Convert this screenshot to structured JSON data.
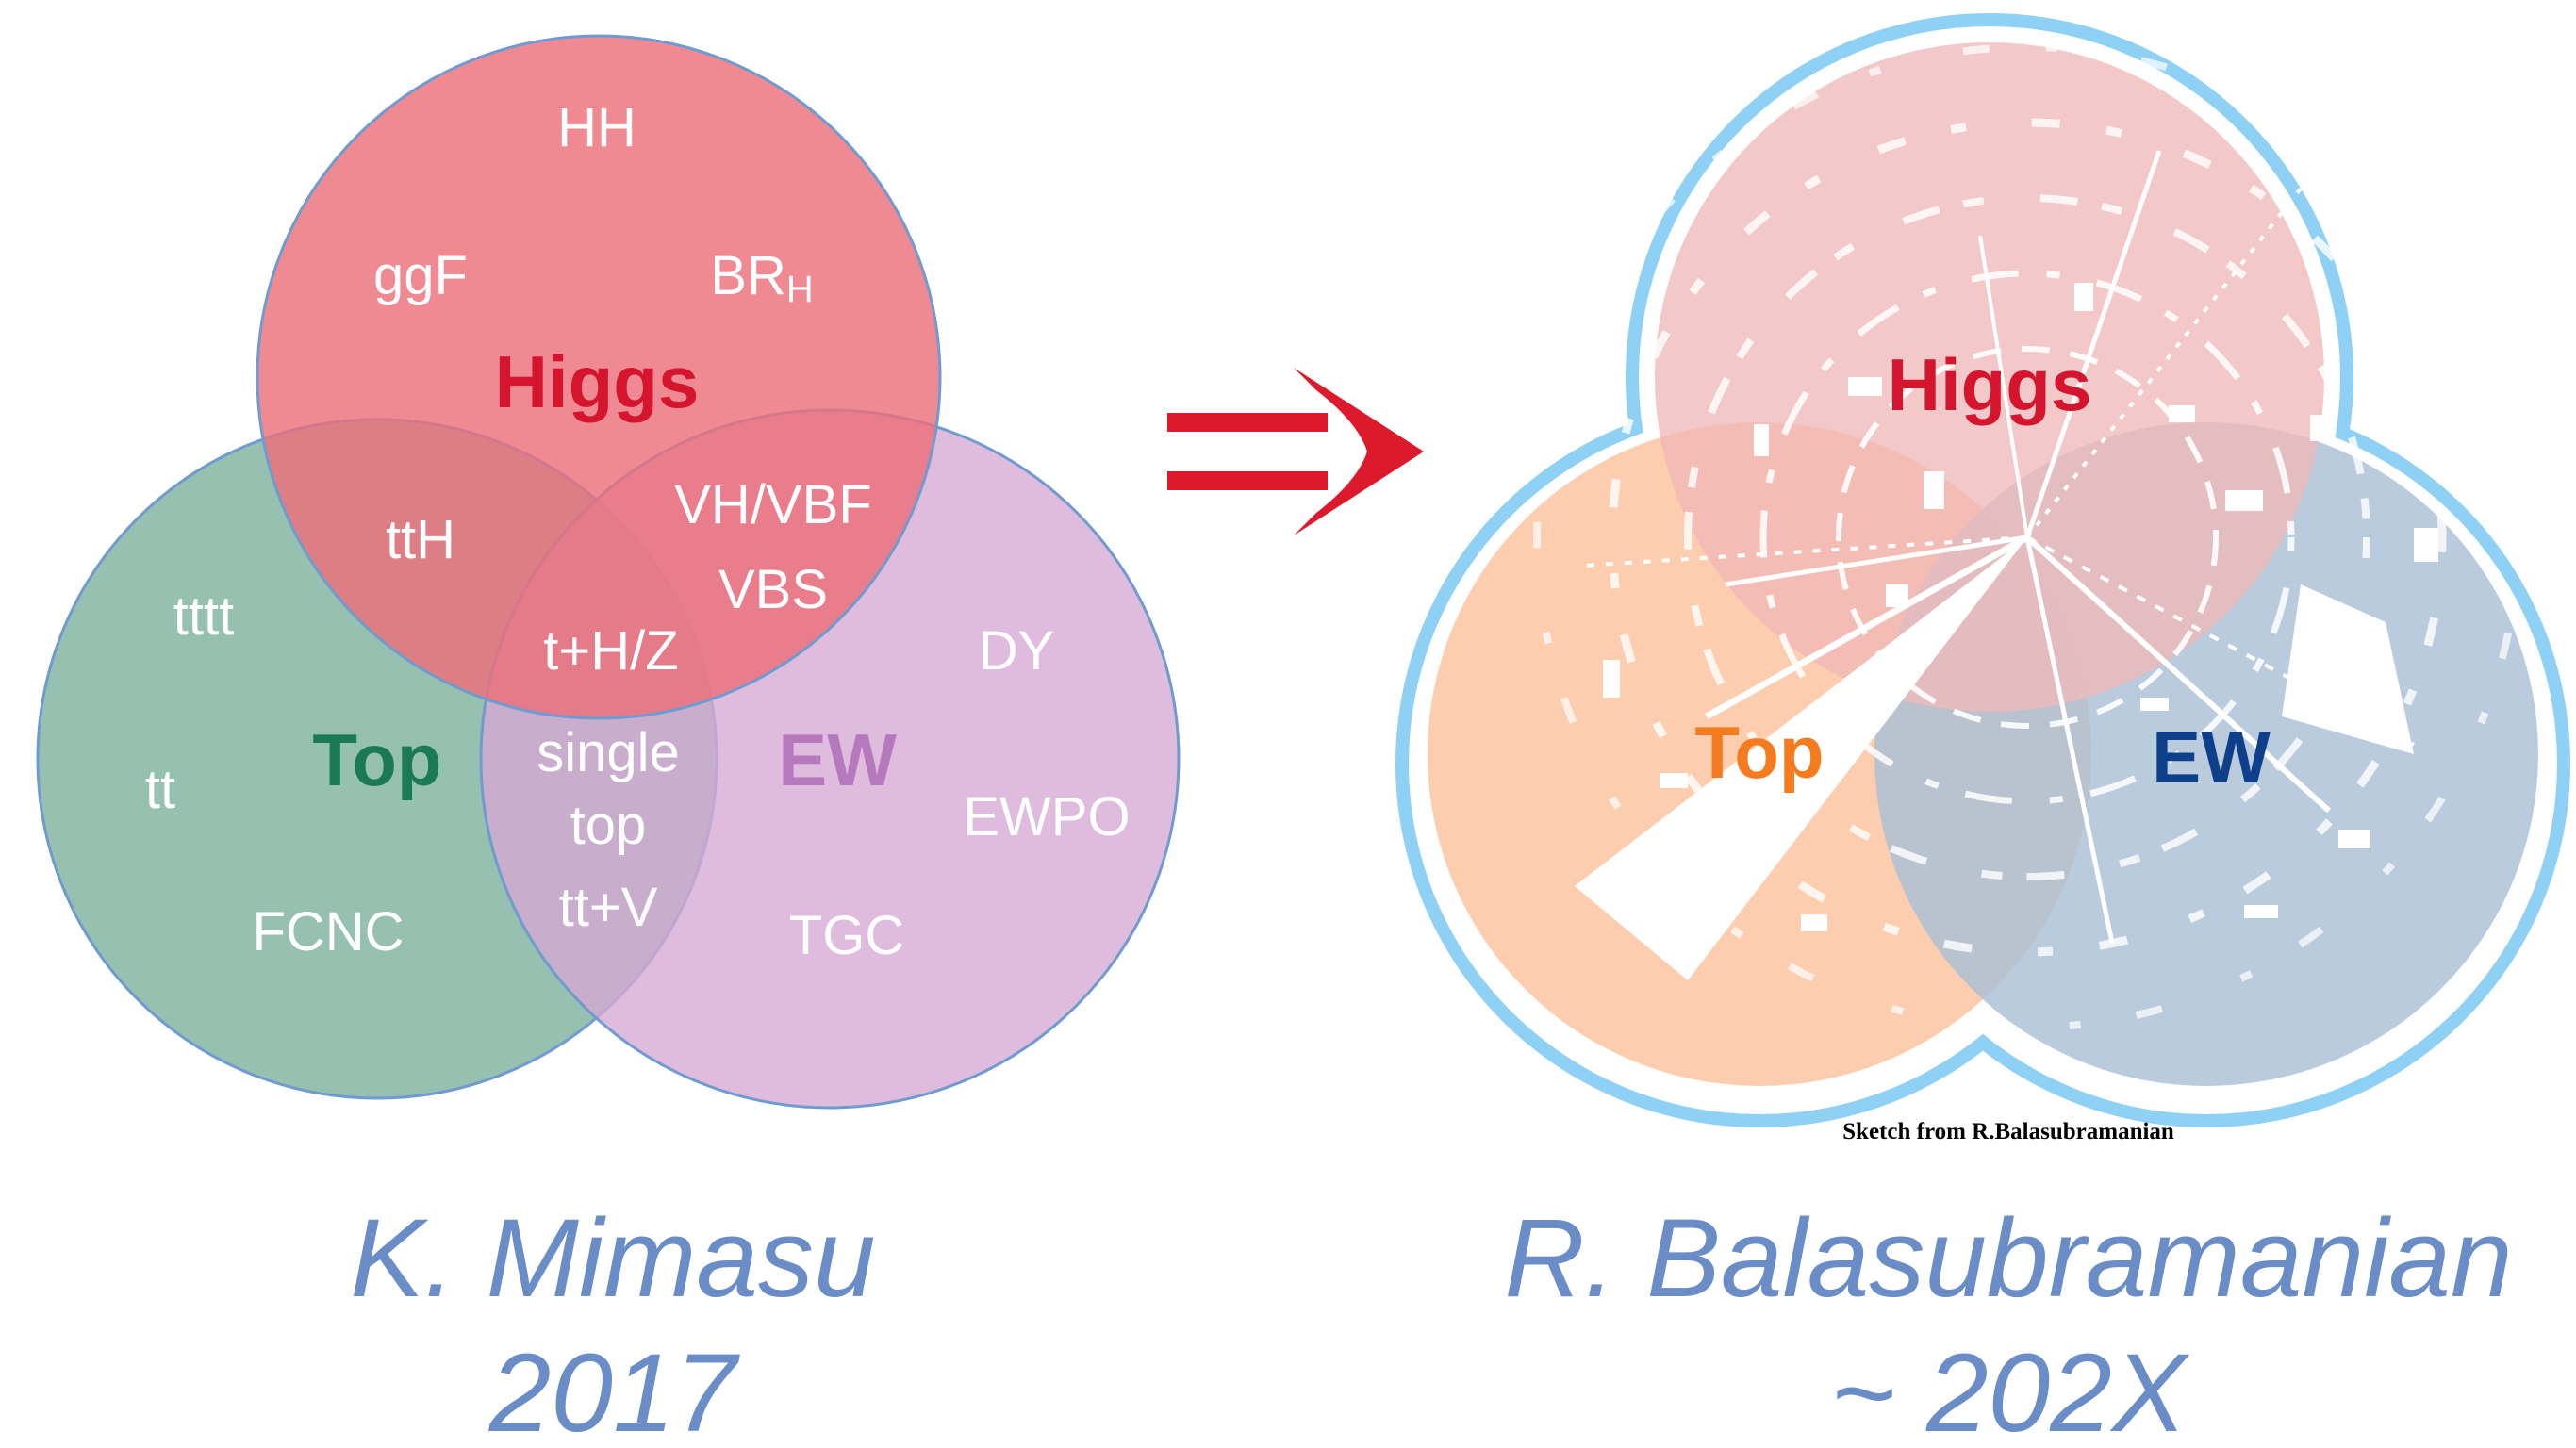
{
  "left_venn": {
    "circle_labels": {
      "higgs": "Higgs",
      "top": "Top",
      "ew": "EW"
    },
    "higgs_items": {
      "hh": "HH",
      "ggf": "ggF",
      "br": "BR",
      "br_sub": "H"
    },
    "top_items": {
      "tttt": "tttt",
      "tt": "tt",
      "fcnc": "FCNC"
    },
    "ew_items": {
      "dy": "DY",
      "ewpo": "EWPO",
      "tgc": "TGC"
    },
    "overlaps": {
      "higgs_top": "ttH",
      "higgs_ew_1": "VH/VBF",
      "higgs_ew_2": "VBS",
      "all_three": "t+H/Z",
      "top_ew_1": "single",
      "top_ew_2": "top",
      "top_ew_3": "tt+V"
    },
    "colors": {
      "higgs": "#ec6f7a",
      "top": "#7fb3a0",
      "ew": "#d6a9d4",
      "higgs_label": "#d5142e",
      "top_label": "#1a7a56",
      "ew_label": "#b779bd"
    }
  },
  "right_venn": {
    "circle_labels": {
      "higgs": "Higgs",
      "top": "Top",
      "ew": "EW"
    },
    "credit": "Sketch from R.Balasubramanian",
    "colors": {
      "higgs": "#f0b8b8",
      "top": "#fcc9a6",
      "ew": "#a9bfd6",
      "outline": "#8fd0f5",
      "higgs_label": "#d5142e",
      "top_label": "#f57b1f",
      "ew_label": "#0d3f8a"
    }
  },
  "arrow": {
    "icon": "double-right-arrow-icon",
    "color": "#dc1a2b"
  },
  "captions": {
    "left_line1": "K. Mimasu",
    "left_line2": "2017",
    "right_line1": "R. Balasubramanian",
    "right_line2": "~ 202X"
  }
}
